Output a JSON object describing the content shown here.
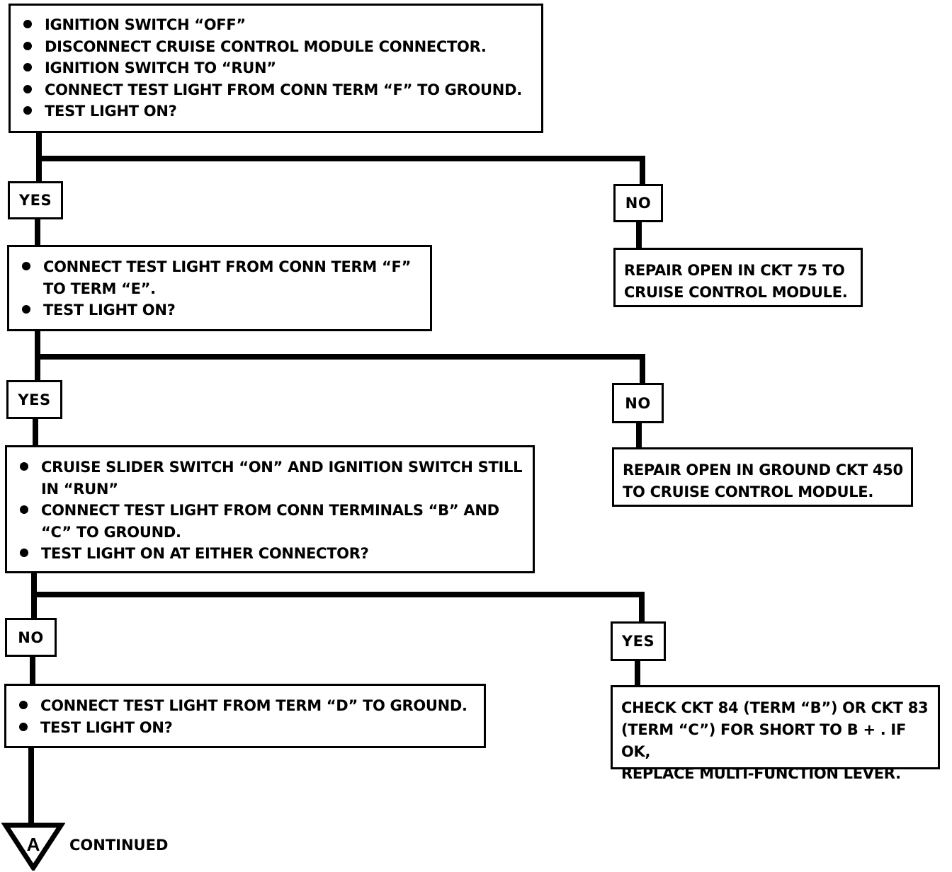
{
  "steps": {
    "step1": {
      "items": [
        "IGNITION SWITCH “OFF”",
        "DISCONNECT CRUISE CONTROL MODULE CONNECTOR.",
        "IGNITION SWITCH TO “RUN”",
        "CONNECT TEST LIGHT FROM CONN TERM “F” TO GROUND.",
        "TEST LIGHT ON?"
      ]
    },
    "step2": {
      "items": [
        "CONNECT TEST LIGHT FROM CONN TERM “F”\nTO TERM “E”.",
        "TEST LIGHT ON?"
      ]
    },
    "step3": {
      "items": [
        "CRUISE SLIDER SWITCH “ON” AND IGNITION SWITCH STILL\nIN “RUN”",
        "CONNECT TEST LIGHT FROM CONN TERMINALS “B” AND\n“C” TO GROUND.",
        "TEST LIGHT ON AT EITHER CONNECTOR?"
      ]
    },
    "step4": {
      "items": [
        "CONNECT TEST LIGHT FROM TERM “D” TO GROUND.",
        "TEST LIGHT ON?"
      ]
    }
  },
  "results": {
    "result1": "REPAIR OPEN IN CKT 75 TO\nCRUISE CONTROL MODULE.",
    "result2": "REPAIR OPEN IN GROUND CKT 450\nTO CRUISE CONTROL MODULE.",
    "result3": "CHECK CKT 84 (TERM “B”) OR CKT 83\n(TERM “C”) FOR SHORT TO B + . IF OK,\nREPLACE MULTI-FUNCTION LEVER."
  },
  "branch_labels": {
    "b1_left": "YES",
    "b1_right": "NO",
    "b2_left": "YES",
    "b2_right": "NO",
    "b3_left": "NO",
    "b3_right": "YES"
  },
  "connector": {
    "letter": "A",
    "label": "CONTINUED"
  }
}
